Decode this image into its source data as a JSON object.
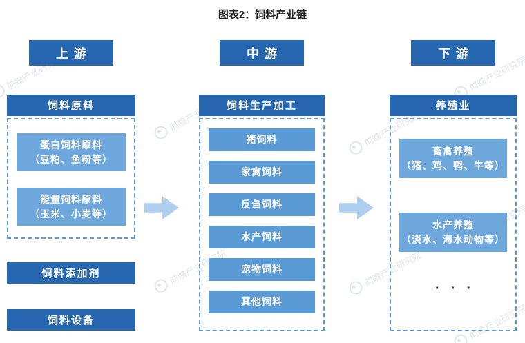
{
  "title": "图表2：饲料产业链",
  "colors": {
    "primary": "#2667B0",
    "itemLight": "#6EA7DC",
    "itemMid": "#5B9BD5",
    "accent": "#5B9BD5",
    "arrow": "#AECFEF"
  },
  "upstream": {
    "header": "上游",
    "group_title": "饲料原料",
    "group_items": [
      {
        "line1": "蛋白饲料原料",
        "line2": "（豆粕、鱼粉等）"
      },
      {
        "line1": "能量饲料原料",
        "line2": "（玉米、小麦等）"
      }
    ],
    "standalone": [
      {
        "label": "饲料添加剂"
      },
      {
        "label": "饲料设备"
      }
    ]
  },
  "midstream": {
    "header": "中游",
    "group_title": "饲料生产加工",
    "group_items": [
      {
        "label": "猪饲料"
      },
      {
        "label": "家禽饲料"
      },
      {
        "label": "反刍饲料"
      },
      {
        "label": "水产饲料"
      },
      {
        "label": "宠物饲料"
      },
      {
        "label": "其他饲料"
      }
    ]
  },
  "downstream": {
    "header": "下游",
    "group_title": "养殖业",
    "group_items": [
      {
        "line1": "畜禽养殖",
        "line2": "（猪、鸡、鸭、牛等）"
      },
      {
        "line1": "水产养殖",
        "line2": "（淡水、海水动物等）"
      }
    ],
    "ellipsis": "···"
  },
  "watermark": {
    "text": "前瞻产业研究院"
  }
}
